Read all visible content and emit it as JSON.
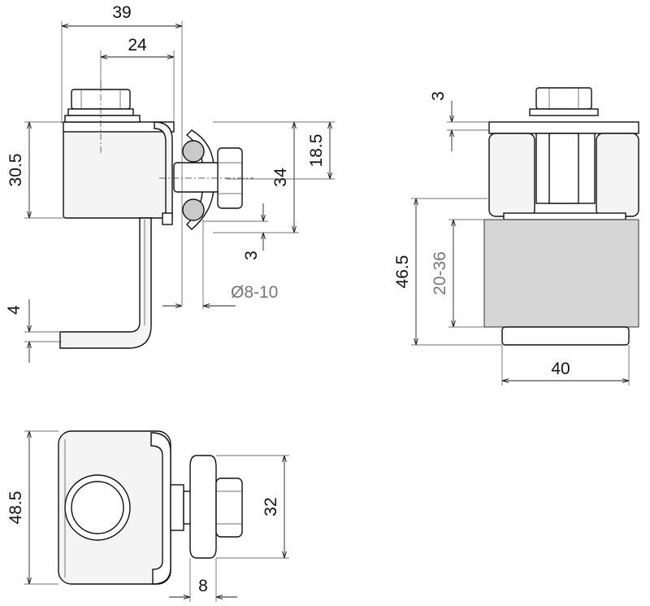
{
  "drawing": {
    "front_view": {
      "dim_width_total": "39",
      "dim_width_axis": "24",
      "dim_height_body": "30.5",
      "dim_height_clamp": "18.5",
      "dim_height_outer": "34",
      "dim_gap": "3",
      "dim_diameter": "Ø8-10",
      "dim_thickness": "4"
    },
    "side_view": {
      "dim_top": "3",
      "dim_height_total": "46.5",
      "dim_range": "20-36",
      "dim_width": "40"
    },
    "top_view": {
      "dim_height": "48.5",
      "dim_nut": "32",
      "dim_offset": "8"
    }
  }
}
